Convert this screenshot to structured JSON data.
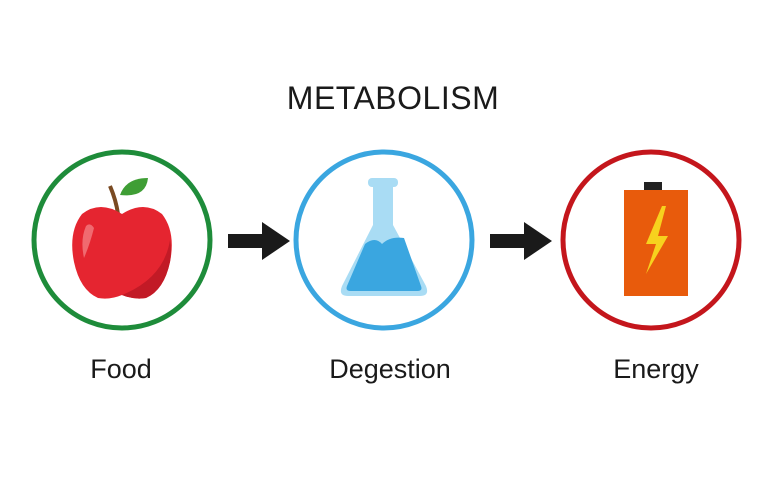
{
  "title": "METABOLISM",
  "steps": [
    {
      "label": "Food",
      "icon": "apple-icon",
      "ring_color": "#1e8c3a"
    },
    {
      "label": "Degestion",
      "icon": "flask-icon",
      "ring_color": "#3aa6e0"
    },
    {
      "label": "Energy",
      "icon": "battery-icon",
      "ring_color": "#c4161c"
    }
  ],
  "arrow_color": "#1a1a1a"
}
